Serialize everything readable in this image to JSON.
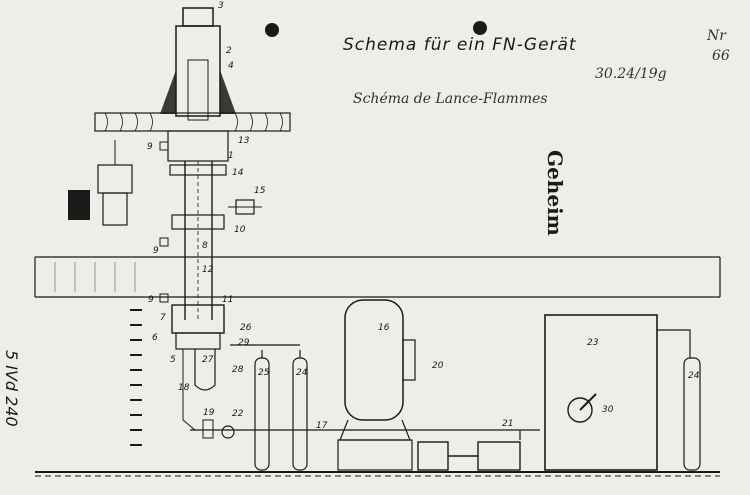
{
  "title": "Schema für ein FN-Gerät",
  "pencil_caption": "Schéma de Lance-Flammes",
  "pencil_date": "30.24/19g",
  "secret_mark": "Geheim",
  "corner_note": [
    "Nr",
    "66"
  ],
  "sheet_code": "5 IVd 240",
  "labels": {
    "n1": "1",
    "n2": "2",
    "n3": "3",
    "n4": "4",
    "n5": "5",
    "n6": "6",
    "n7": "7",
    "n8": "8",
    "n9a": "9",
    "n9b": "9",
    "n9c": "9",
    "n10": "10",
    "n11": "11",
    "n12": "12",
    "n13": "13",
    "n14": "14",
    "n15": "15",
    "n16": "16",
    "n17": "17",
    "n18": "18",
    "n19": "19",
    "n20": "20",
    "n21": "21",
    "n22": "22",
    "n23": "23",
    "n24a": "24",
    "n24b": "24",
    "n25": "25",
    "n26": "26",
    "n27": "27",
    "n28": "28",
    "n29": "29",
    "n30": "30"
  }
}
